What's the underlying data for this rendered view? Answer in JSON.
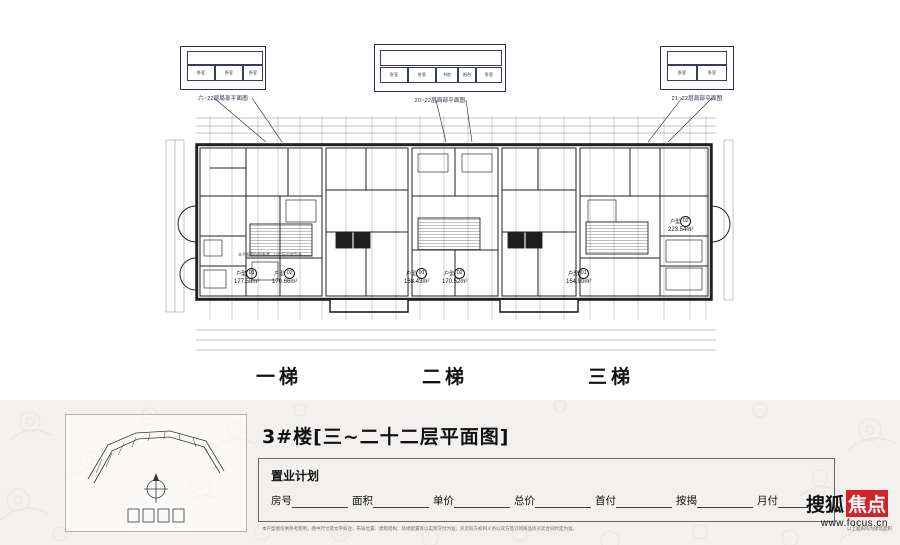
{
  "drawing": {
    "callouts": [
      {
        "id": "callout-left",
        "caption": "六~22层局部平面图",
        "rooms": [
          "卧室",
          "卧室",
          "卧室"
        ]
      },
      {
        "id": "callout-center",
        "caption": "20~22层局部平面图",
        "rooms": [
          "卧室",
          "卧室",
          "书房",
          "阳台",
          "卧室"
        ]
      },
      {
        "id": "callout-right",
        "caption": "21~22层局部平面图",
        "rooms": [
          "卧室",
          "卧室"
        ]
      }
    ],
    "ladders": [
      {
        "label": "一梯"
      },
      {
        "label": "二梯"
      },
      {
        "label": "三梯"
      }
    ],
    "units": [
      {
        "badge": "01",
        "title": "户型",
        "area": "177.58m²"
      },
      {
        "badge": "02",
        "title": "户型",
        "area": "170.66m²"
      },
      {
        "badge": "01",
        "title": "户型",
        "area": "168.43m²"
      },
      {
        "badge": "02",
        "title": "户型",
        "area": "170.52m²"
      },
      {
        "badge": "01",
        "title": "户型",
        "area": "164.90m²"
      },
      {
        "badge": "02",
        "title": "户型",
        "area": "223.54m²"
      }
    ],
    "note_bottom": "本平面图仅供参考，以实际交房为准"
  },
  "bottom": {
    "title": "3#楼[三~二十二层平面图]",
    "plan_title": "置业计划",
    "fields": [
      {
        "label": "房号"
      },
      {
        "label": "面积"
      },
      {
        "label": "单价"
      },
      {
        "label": "总价"
      },
      {
        "label": "首付"
      },
      {
        "label": "按揭"
      },
      {
        "label": "月付"
      }
    ],
    "disclaimer": "本户型图仅供参考使用，图中尺寸及文字标注、布局位置、建筑结构、装修配置等以实际交付为准，买卖双方权利义务以双方签订的商品房买卖合同约定为准。",
    "note_right": "以上面积均为建筑面积",
    "logo": {
      "cn_text": "搜狐",
      "red_text": "焦点",
      "url": "www.focus.cn"
    }
  }
}
